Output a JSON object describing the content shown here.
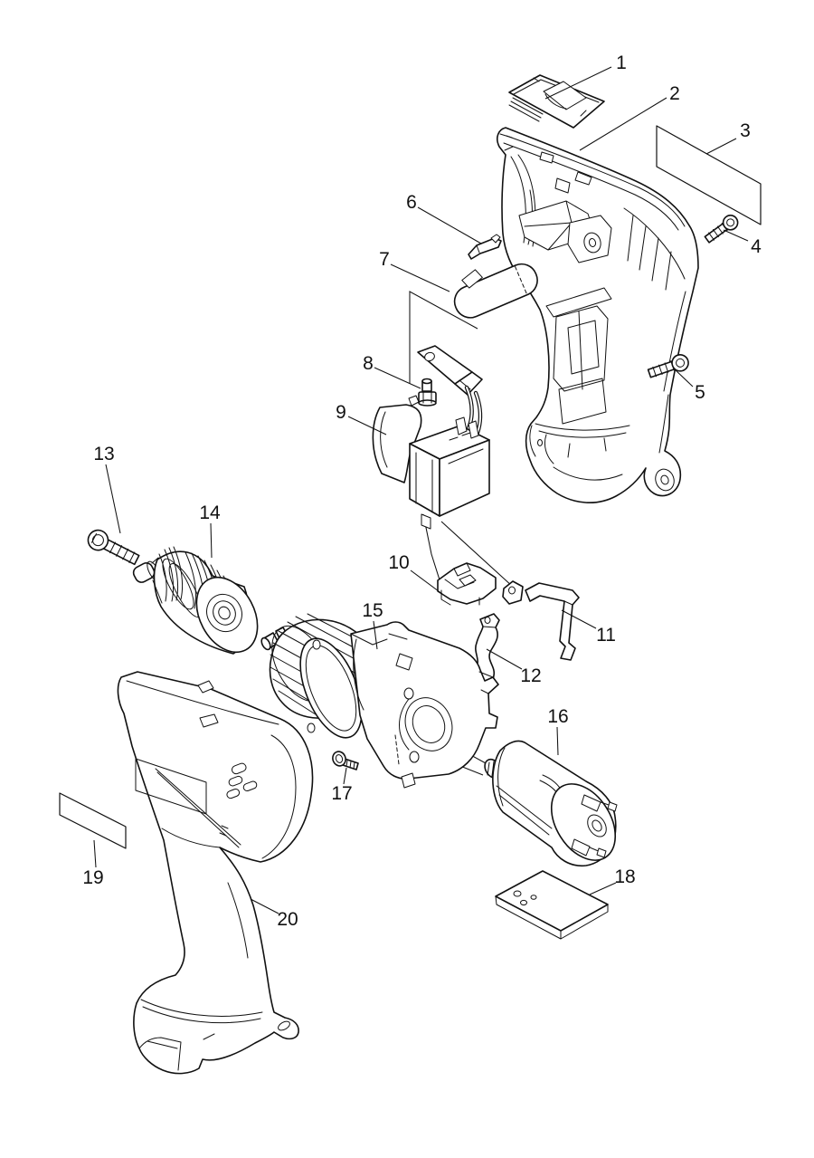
{
  "diagram": {
    "type": "exploded-parts-diagram",
    "subject": "cordless drill",
    "colors": {
      "background": "#ffffff",
      "line": "#111111"
    },
    "parts": [
      {
        "label": "1"
      },
      {
        "label": "2"
      },
      {
        "label": "3"
      },
      {
        "label": "4"
      },
      {
        "label": "5"
      },
      {
        "label": "6"
      },
      {
        "label": "7"
      },
      {
        "label": "8"
      },
      {
        "label": "9"
      },
      {
        "label": "10"
      },
      {
        "label": "11"
      },
      {
        "label": "12"
      },
      {
        "label": "13"
      },
      {
        "label": "14"
      },
      {
        "label": "15"
      },
      {
        "label": "16"
      },
      {
        "label": "17"
      },
      {
        "label": "18"
      },
      {
        "label": "19"
      },
      {
        "label": "20"
      }
    ]
  }
}
